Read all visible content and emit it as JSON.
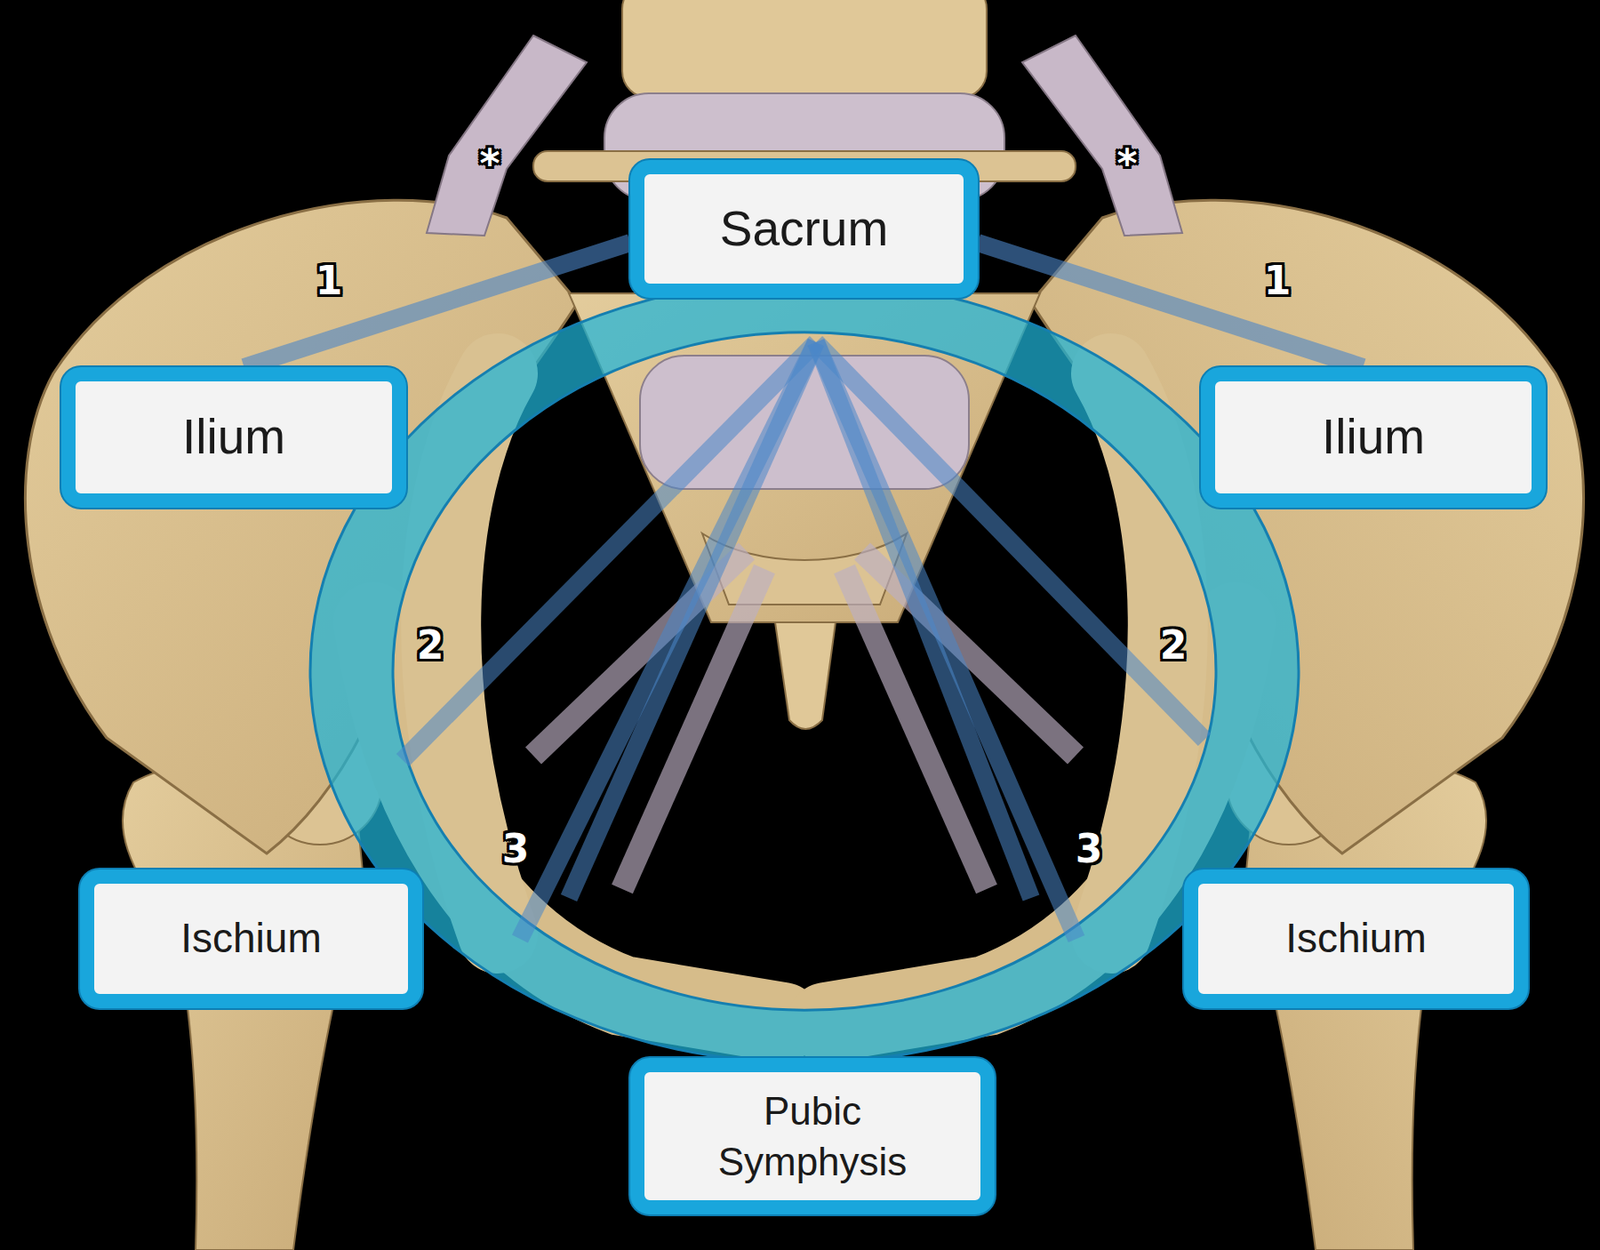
{
  "diagram": {
    "nodes": [
      {
        "text": [
          "Sacrum"
        ]
      },
      {
        "text": [
          "Ilium"
        ]
      },
      {
        "text": [
          "Ilium"
        ]
      },
      {
        "text": [
          "Ischium"
        ]
      },
      {
        "text": [
          "Ischium"
        ]
      },
      {
        "text": [
          "Pubic Symphysis"
        ]
      }
    ],
    "edges": [
      {
        "from": 0,
        "to": 1,
        "arrow": "none",
        "label": "1"
      },
      {
        "from": 0,
        "to": 2,
        "arrow": "none",
        "label": "1"
      }
    ],
    "labels": [
      "*",
      "*",
      "2",
      "2",
      "3",
      "3"
    ]
  }
}
